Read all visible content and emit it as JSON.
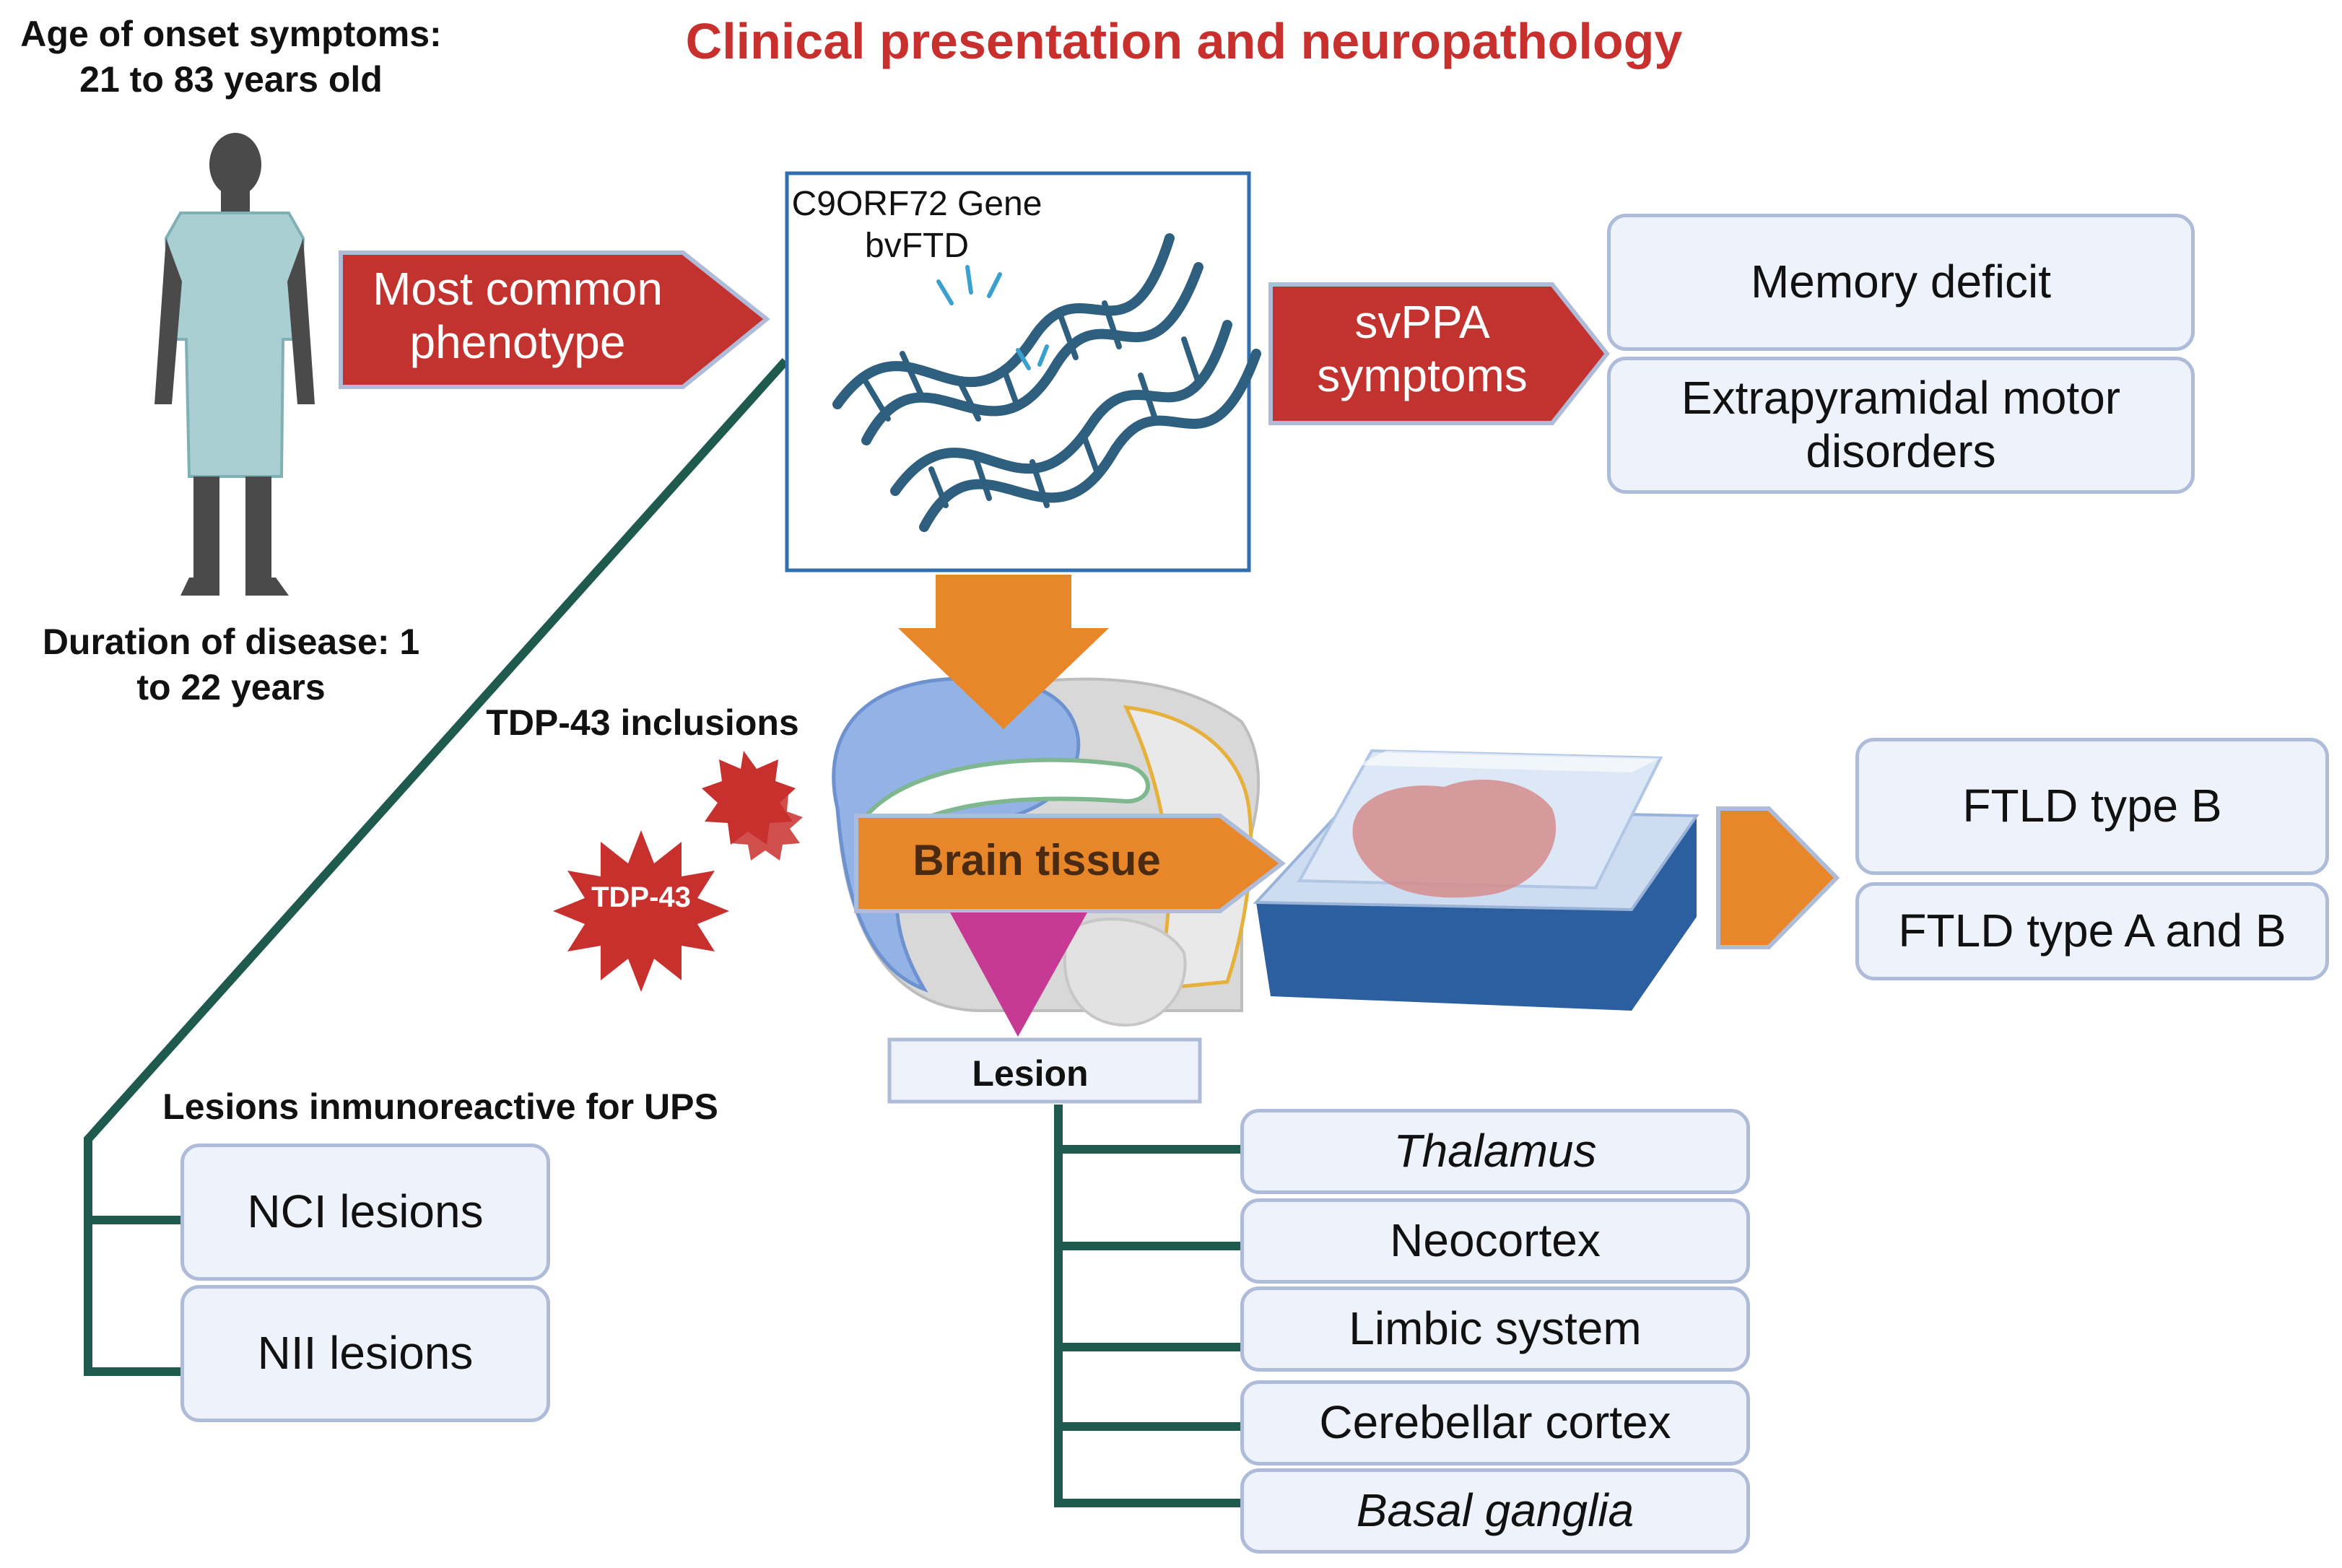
{
  "title": "Clinical presentation and neuropathology",
  "patient": {
    "onset_line1": "Age of onset symptoms:",
    "onset_line2": "21 to 83 years old",
    "duration_line1": "Duration of disease: 1",
    "duration_line2": "to 22 years"
  },
  "phenotype_arrow": {
    "line1": "Most common",
    "line2": "phenotype"
  },
  "gene_box": {
    "line1": "C9ORF72 Gene",
    "line2": "bvFTD"
  },
  "svppa_arrow": {
    "line1": "svPPA",
    "line2": "symptoms"
  },
  "symptoms": {
    "item1": "Memory deficit",
    "item2_line1": "Extrapyramidal motor",
    "item2_line2": "disorders"
  },
  "tdp": {
    "inclusions_label": "TDP-43 inclusions",
    "star_label": "TDP-43"
  },
  "brain_tissue_label": "Brain tissue",
  "ftld": {
    "item1": "FTLD type B",
    "item2": "FTLD type A and B"
  },
  "lesion_label": "Lesion",
  "lesion_regions": [
    "Thalamus",
    "Neocortex",
    "Limbic system",
    "Cerebellar cortex",
    "Basal ganglia"
  ],
  "ups": {
    "heading": "Lesions inmunoreactive for UPS",
    "items": [
      "NCI lesions",
      "NII lesions"
    ]
  },
  "colors": {
    "title_red": "#c8302e",
    "arrow_red": "#c2332f",
    "arrow_orange": "#e8872a",
    "arrow_magenta": "#c63a93",
    "connector_green": "#1f5a4f",
    "box_fill": "#eef3fb",
    "box_border": "#aebbd9",
    "dna_blue": "#2e5f7e"
  }
}
